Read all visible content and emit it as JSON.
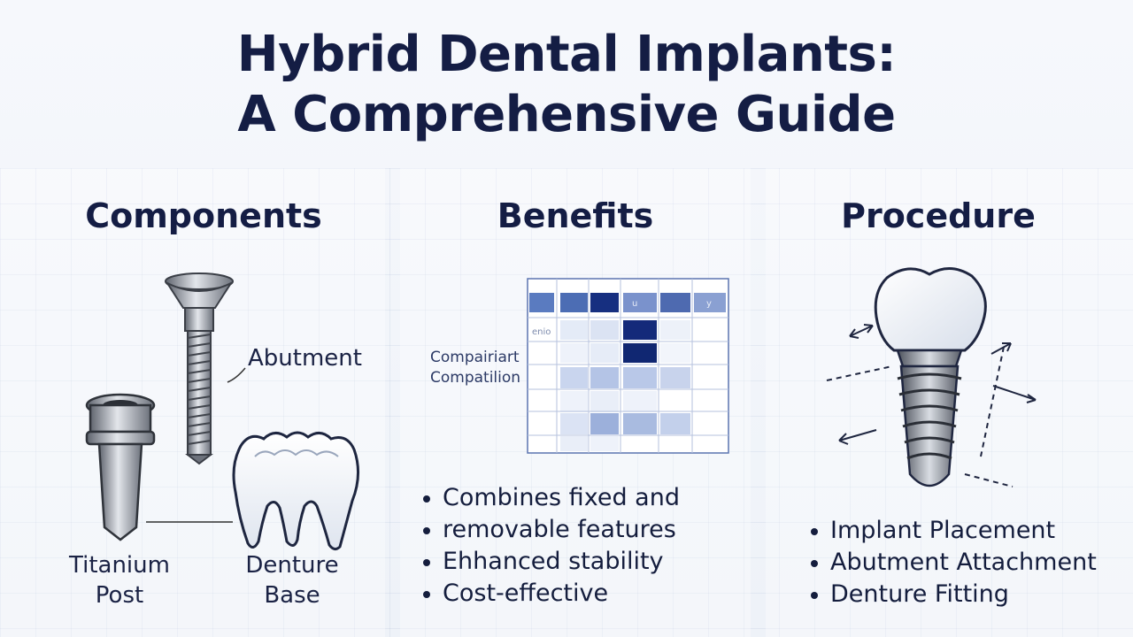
{
  "title": {
    "line1": "Hybrid Dental Implants:",
    "line2": "A Comprehensive Guide"
  },
  "components": {
    "heading": "Components",
    "abutment_label": "Abutment",
    "titanium_post_label_1": "Titanium",
    "titanium_post_label_2": "Post",
    "denture_base_label_1": "Denture",
    "denture_base_label_2": "Base"
  },
  "benefits": {
    "heading": "Benefits",
    "matrix_row_labels": [
      "Compairiart",
      "Compatilion"
    ],
    "matrix_corner_text": "enio",
    "matrix_header_text": [
      "u",
      "y"
    ],
    "bullets": [
      "Combines fixed and",
      "removable features",
      "Ehhanced stability",
      "Cost-effective"
    ]
  },
  "procedure": {
    "heading": "Procedure",
    "bullets": [
      "Implant Placement",
      "Abutment Attachment",
      "Denture Fitting"
    ]
  },
  "colors": {
    "title": "#141d44",
    "accent_dark": "#0f2a78",
    "accent_mid": "#4a6bb0",
    "accent_light": "#c9d6ee",
    "metal": "#8a8f99"
  }
}
